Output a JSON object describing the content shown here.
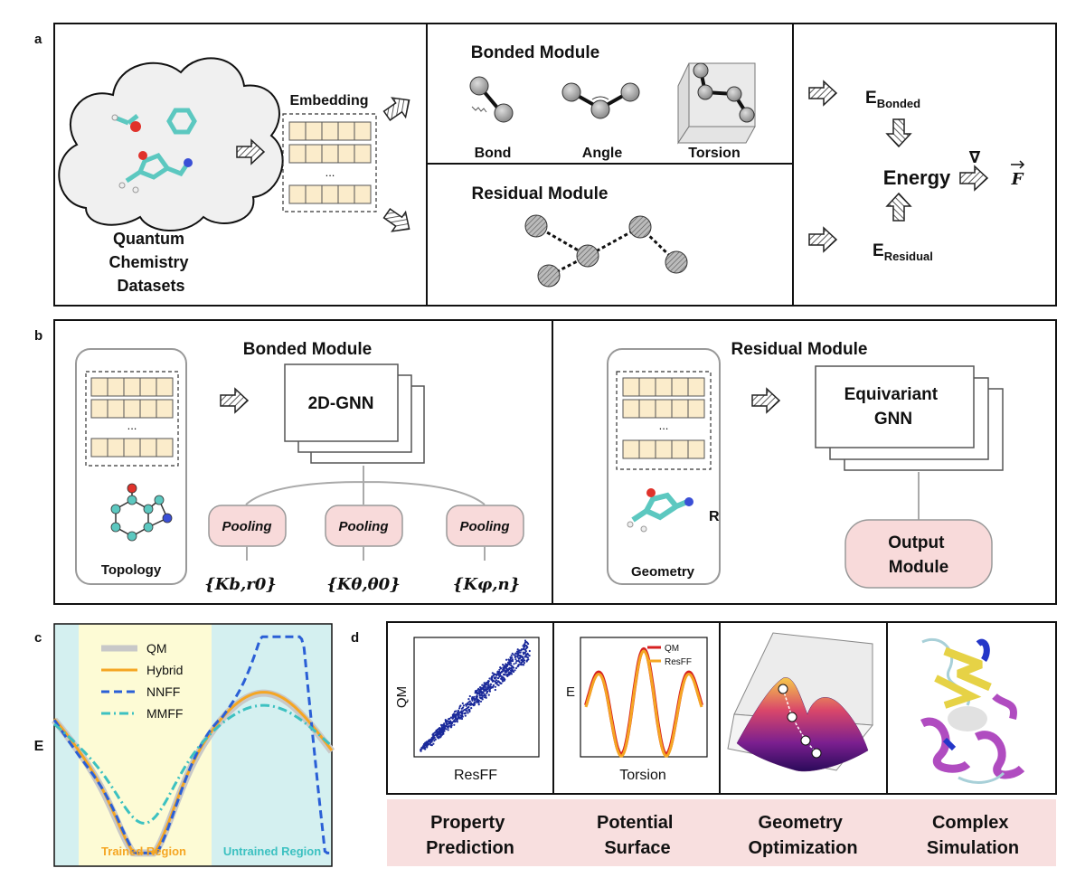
{
  "panel_labels": {
    "a": "a",
    "b": "b",
    "c": "c",
    "d": "d"
  },
  "panel_a": {
    "dataset_label": [
      "Quantum",
      "Chemistry",
      "Datasets"
    ],
    "embedding_label": "Embedding",
    "embedding_ellipsis": "...",
    "bonded_title": "Bonded Module",
    "bonded_terms": [
      "Bond",
      "Angle",
      "Torsion"
    ],
    "residual_title": "Residual Module",
    "e_bonded_main": "E",
    "e_bonded_sub": "Bonded",
    "e_residual_main": "E",
    "e_residual_sub": "Residual",
    "energy_label": "Energy",
    "nabla": "∇",
    "force_label": "F"
  },
  "panel_b": {
    "bonded_title": "Bonded Module",
    "residual_title": "Residual Module",
    "gnn2d_label": "2D-GNN",
    "equivariant_label": [
      "Equivariant",
      "GNN"
    ],
    "pooling_label": "Pooling",
    "topology_label": "Topology",
    "geometry_label": "Geometry",
    "r_label": "R",
    "output_module_label": [
      "Output",
      "Module"
    ],
    "params": [
      "{Kb,r0}",
      "{Kθ,θ0}",
      "{Kφ,n}"
    ],
    "ellipsis": "..."
  },
  "panel_c": {
    "ylabel": "E",
    "region_trained": "Trained Region",
    "region_untrained": "Untrained Region",
    "colors": {
      "QM": "#c8c8c8",
      "Hybrid": "#f5a623",
      "NNFF": "#2a5fd6",
      "MMFF": "#3cc1c1",
      "trained_bg": "#fdfbd5",
      "untrained_bg": "#d4f0f0"
    },
    "chart_data": {
      "type": "line",
      "title": "",
      "xlabel": "",
      "ylabel": "E",
      "legend_position": "top-left",
      "series": [
        {
          "name": "QM",
          "style": "solid-thick-gray"
        },
        {
          "name": "Hybrid",
          "style": "solid-orange"
        },
        {
          "name": "NNFF",
          "style": "dashed-blue"
        },
        {
          "name": "MMFF",
          "style": "dashdot-teal"
        }
      ]
    }
  },
  "panel_d": {
    "scatter_ylabel": "QM",
    "scatter_xlabel": "ResFF",
    "torsion_ylabel": "E",
    "torsion_xlabel": "Torsion",
    "torsion_legend": [
      "QM",
      "ResFF"
    ],
    "torsion_colors": {
      "QM": "#d62020",
      "ResFF": "#f5a623"
    },
    "applications": [
      [
        "Property",
        "Prediction"
      ],
      [
        "Potential",
        "Surface"
      ],
      [
        "Geometry",
        "Optimization"
      ],
      [
        "Complex",
        "Simulation"
      ]
    ]
  }
}
